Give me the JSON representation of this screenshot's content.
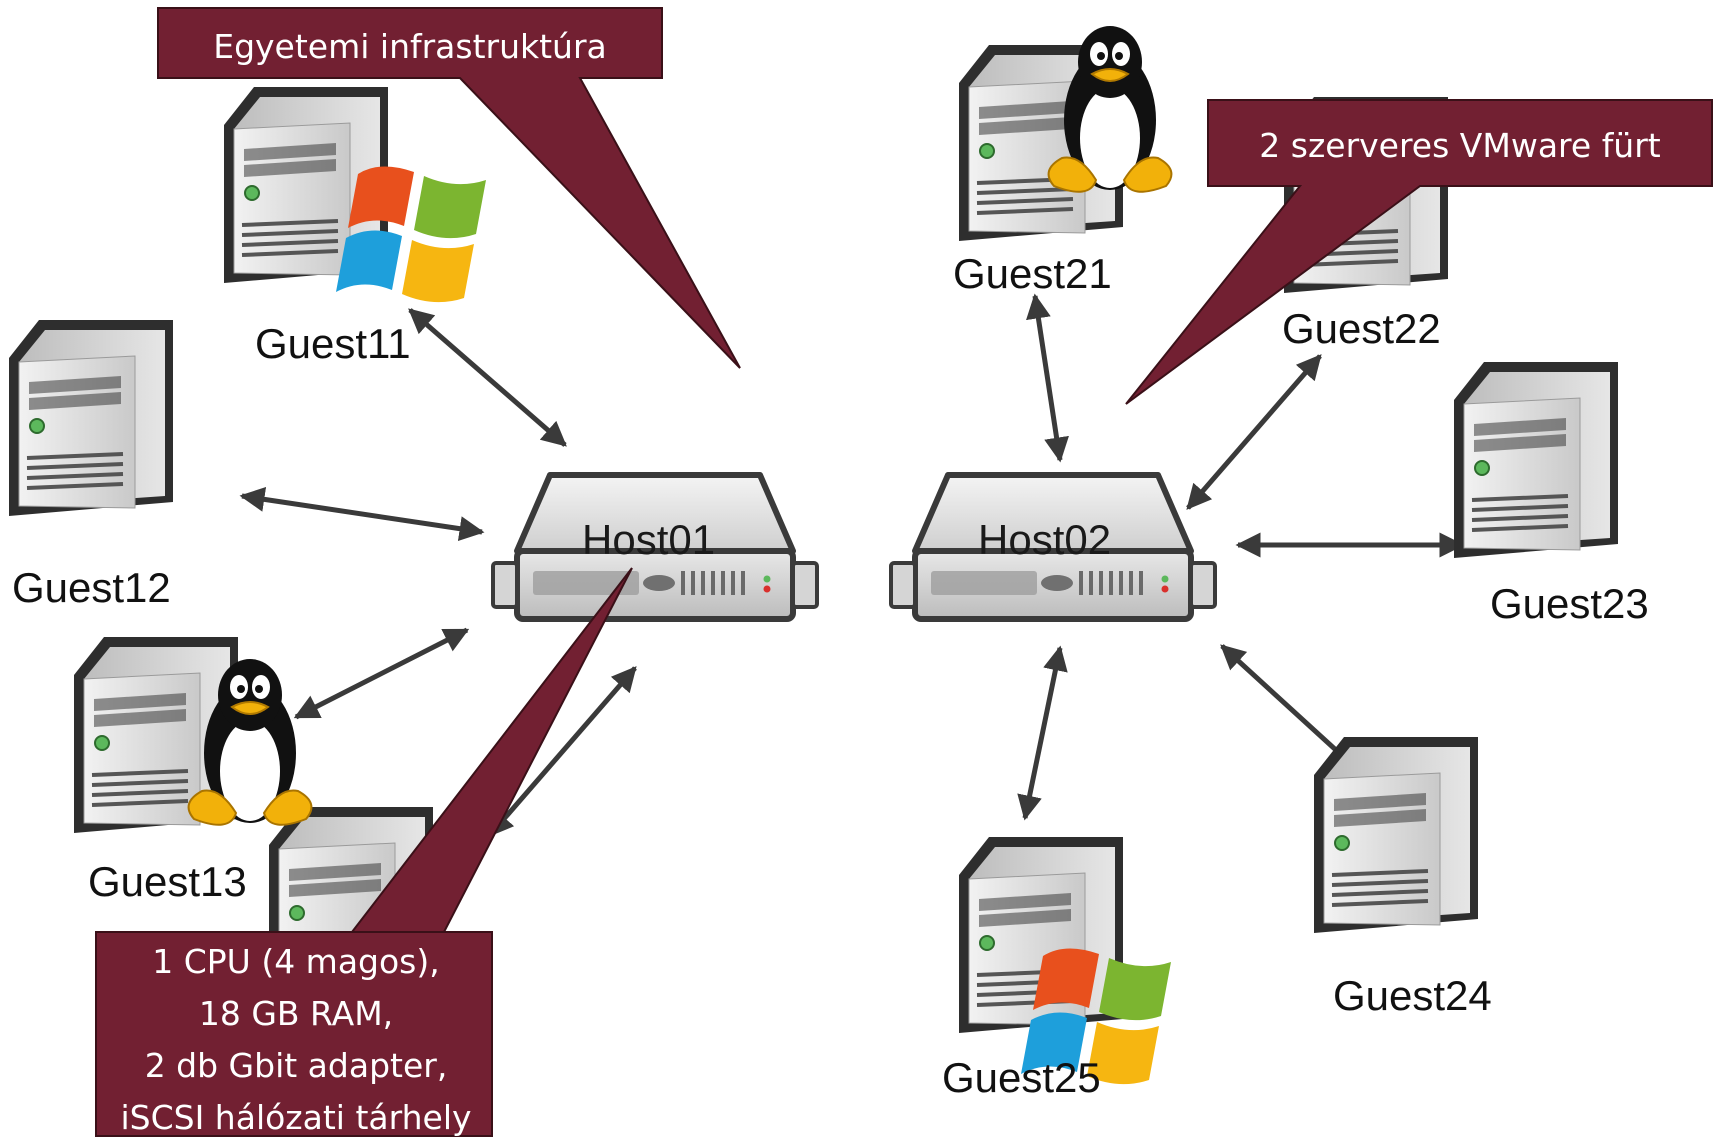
{
  "colors": {
    "callout_fill": "#722032",
    "callout_stroke": "#3a1018",
    "arrow": "#3a3a3a"
  },
  "hosts": [
    {
      "id": "host01",
      "label": "Host01"
    },
    {
      "id": "host02",
      "label": "Host02"
    }
  ],
  "guests": [
    {
      "id": "guest11",
      "label": "Guest11",
      "os_icon": "windows-logo-icon"
    },
    {
      "id": "guest12",
      "label": "Guest12",
      "os_icon": ""
    },
    {
      "id": "guest13",
      "label": "Guest13",
      "os_icon": "linux-tux-icon"
    },
    {
      "id": "guest14",
      "label": "",
      "os_icon": ""
    },
    {
      "id": "guest21",
      "label": "Guest21",
      "os_icon": "linux-tux-icon"
    },
    {
      "id": "guest22",
      "label": "Guest22",
      "os_icon": ""
    },
    {
      "id": "guest23",
      "label": "Guest23",
      "os_icon": ""
    },
    {
      "id": "guest24",
      "label": "Guest24",
      "os_icon": ""
    },
    {
      "id": "guest25",
      "label": "Guest25",
      "os_icon": "windows-logo-icon"
    }
  ],
  "connections": [
    {
      "from": "guest11",
      "to": "host01"
    },
    {
      "from": "guest12",
      "to": "host01"
    },
    {
      "from": "guest13",
      "to": "host01"
    },
    {
      "from": "guest14",
      "to": "host01"
    },
    {
      "from": "guest21",
      "to": "host02"
    },
    {
      "from": "guest22",
      "to": "host02"
    },
    {
      "from": "guest23",
      "to": "host02"
    },
    {
      "from": "guest24",
      "to": "host02"
    },
    {
      "from": "guest25",
      "to": "host02"
    }
  ],
  "callouts": {
    "university": {
      "text": "Egyetemi infrastruktúra"
    },
    "cluster": {
      "text": "2 szerveres VMware fürt"
    },
    "specs": {
      "lines": [
        "1 CPU (4 magos),",
        "18 GB RAM,",
        "2 db Gbit adapter,",
        "iSCSI hálózati tárhely"
      ]
    }
  }
}
